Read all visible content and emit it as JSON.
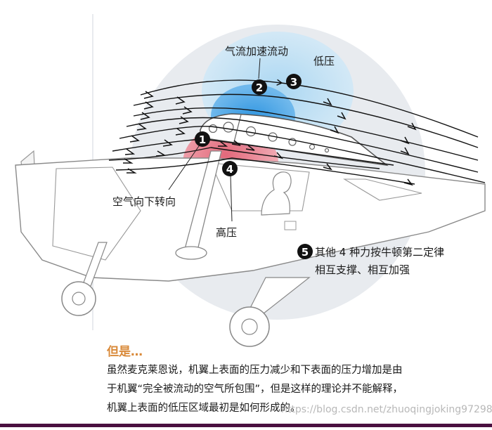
{
  "labels": {
    "airflow": "气流加速流动",
    "low_pressure": "低压",
    "high_pressure": "高压",
    "air_down": "空气向下转向"
  },
  "markers": [
    "1",
    "2",
    "3",
    "4",
    "5"
  ],
  "note": {
    "line1": "其他 4 种力按牛顿第二定律",
    "line2": "相互支撑、相互加强"
  },
  "footer": {
    "title": "但是…",
    "line1": "虽然麦克莱恩说，机翼上表面的压力减少和下表面的压力增加是由",
    "line2": "于机翼“完全被流动的空气所包围”，但是这样的理论并不能解释，",
    "line3": "机翼上表面的低压区域最初是如何形成的。"
  },
  "watermark": "https://blog.csdn.net/zhuoqingjoking97298",
  "colors": {
    "low_pressure_light": "#bfe0f4",
    "low_pressure_mid": "#86c6ee",
    "low_pressure_core": "#2f95e0",
    "high_pressure": "#e9808f",
    "background_circle": "#e8ebef",
    "footer_title": "#d98a3a",
    "marker": "#111111"
  }
}
